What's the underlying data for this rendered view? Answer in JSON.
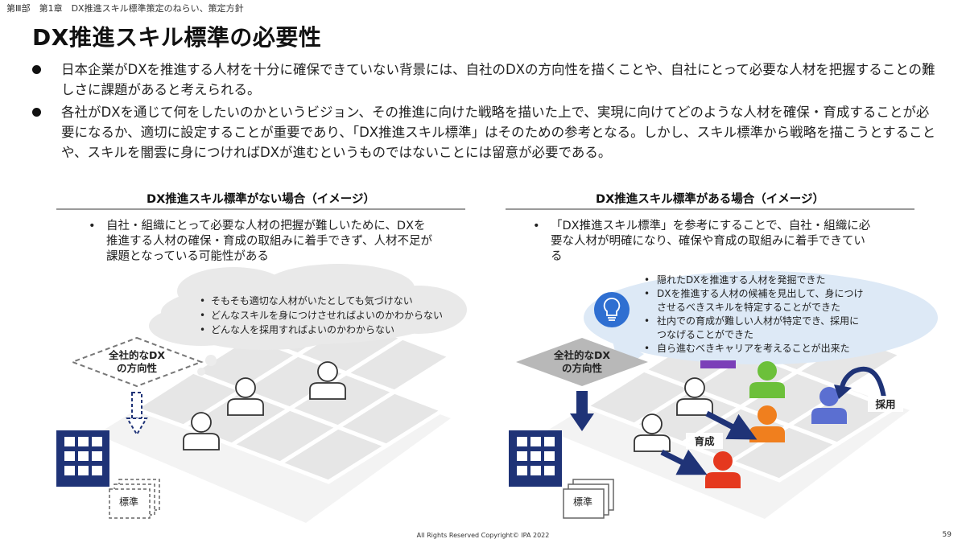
{
  "breadcrumb": "第Ⅲ部　第1章　DX推進スキル標準策定のねらい、策定方針",
  "title": "DX推進スキル標準の必要性",
  "bullets": [
    "日本企業がDXを推進する人材を十分に確保できていない背景には、自社のDXの方向性を描くことや、自社にとって必要な人材を把握することの難しさに課題があると考えられる。",
    "各社がDXを通じて何をしたいのかというビジョン、その推進に向けた戦略を描いた上で、実現に向けてどのような人材を確保・育成することが必要になるか、適切に設定することが重要であり、「DX推進スキル標準」はそのための参考となる。しかし、スキル標準から戦略を描こうとすることや、スキルを闇雲に身につければDXが進むというものではないことには留意が必要である。"
  ],
  "left_panel": {
    "title": "DX推進スキル標準がない場合（イメージ）",
    "bullet_mark": "•",
    "description": "自社・組織にとって必要な人材の把握が難しいために、DXを推進する人材の確保・育成の取組みに着手できず、人材不足が課題となっている可能性がある",
    "cloud_items": [
      "そもそも適切な人材がいたとしても気づけない",
      "どんなスキルを身につけさせればよいのかわからない",
      "どんな人を採用すればよいのかわからない"
    ],
    "direction_label_1": "全社的なDX",
    "direction_label_2": "の方向性",
    "standard_label": "標準"
  },
  "right_panel": {
    "title": "DX推進スキル標準がある場合（イメージ）",
    "bullet_mark": "•",
    "description": "「DX推進スキル標準」を参考にすることで、自社・組織に必要な人材が明確になり、確保や育成の取組みに着手できている",
    "bubble_items": [
      "隠れたDXを推進する人材を発掘できた",
      "DXを推進する人材の候補を見出して、身につけさせるべきスキルを特定することができた",
      "社内での育成が難しい人材が特定でき、採用につなげることができた",
      "自ら進むべきキャリアを考えることが出来た"
    ],
    "direction_label_1": "全社的なDX",
    "direction_label_2": "の方向性",
    "standard_label": "標準",
    "training_label": "育成",
    "hiring_label": "採用"
  },
  "footer": "All Rights Reserved Copyright© IPA 2022",
  "page_number": "59",
  "colors": {
    "navy": "#1f3377",
    "purple": "#7b3fb8",
    "green": "#6cc03a",
    "orange": "#f07f1e",
    "red": "#e5381e",
    "blue_person": "#5b6fd1",
    "bubble": "#dde9f6",
    "cloud": "#ececec",
    "grid": "#ebebeb"
  },
  "icons": [
    "building-icon",
    "document-icon",
    "person-outline-icon",
    "person-filled-icon",
    "lightbulb-icon",
    "arrow-icon"
  ]
}
